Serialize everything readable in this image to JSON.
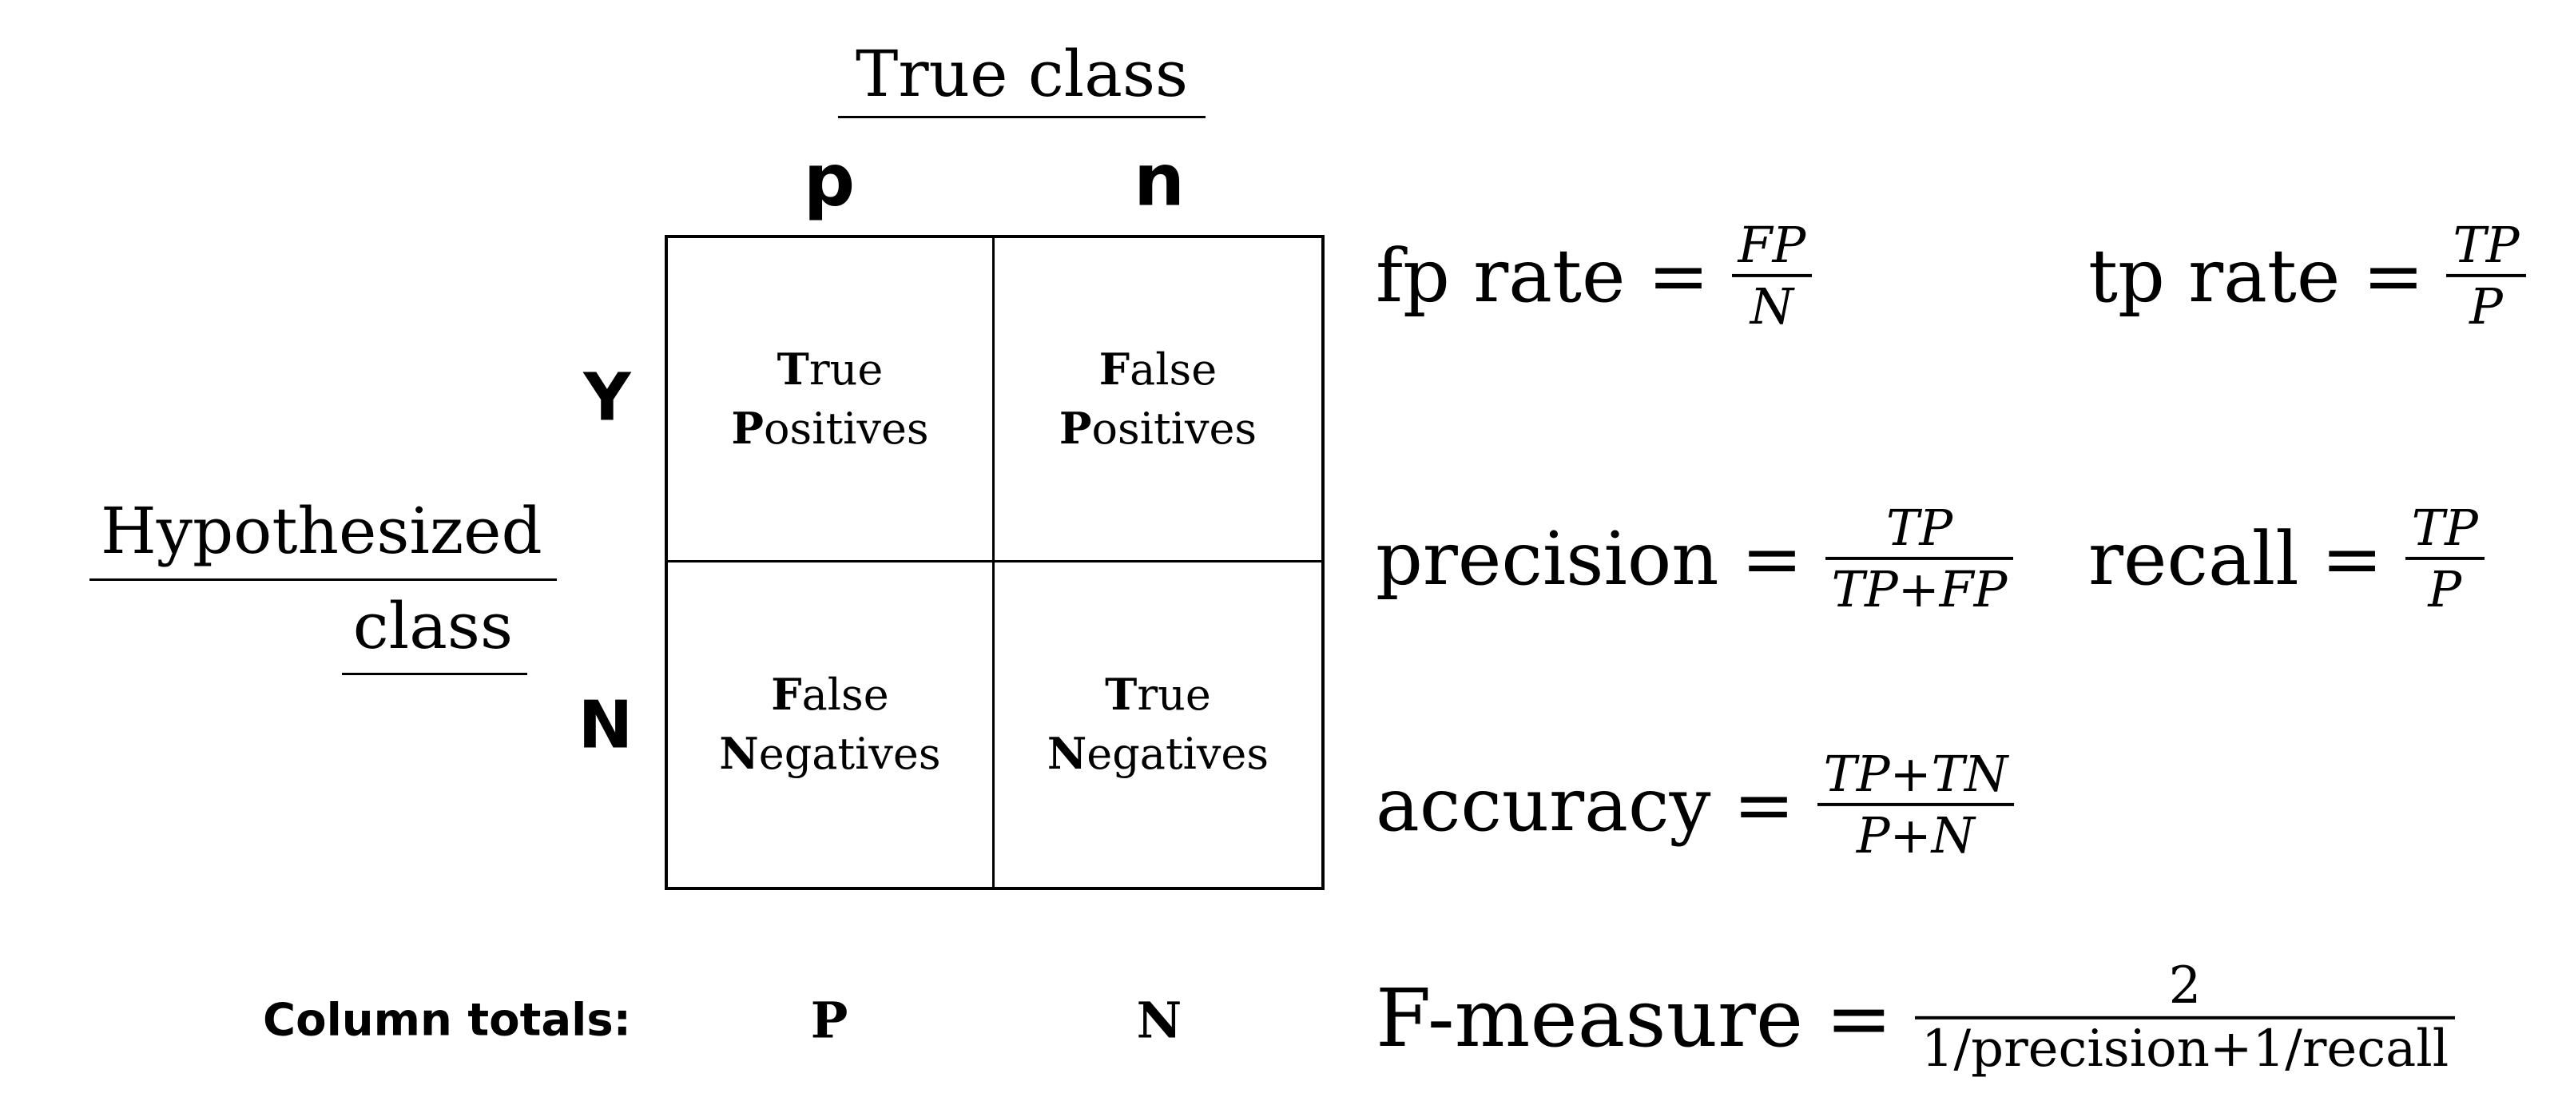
{
  "labels": {
    "true_class": "True class",
    "hypothesized_line1": "Hypothesized",
    "hypothesized_line2": "class",
    "column_totals": "Column totals:"
  },
  "matrix": {
    "col_headers": [
      "p",
      "n"
    ],
    "row_headers": [
      "Y",
      "N"
    ],
    "cells": [
      {
        "l1b": "T",
        "l1r": "rue",
        "l2b": "P",
        "l2r": "ositives"
      },
      {
        "l1b": "F",
        "l1r": "alse",
        "l2b": "P",
        "l2r": "ositives"
      },
      {
        "l1b": "F",
        "l1r": "alse",
        "l2b": "N",
        "l2r": "egatives"
      },
      {
        "l1b": "T",
        "l1r": "rue",
        "l2b": "N",
        "l2r": "egatives"
      }
    ],
    "column_totals": [
      "P",
      "N"
    ]
  },
  "symbols": {
    "equals": "="
  },
  "formulas": [
    {
      "name": "fp rate",
      "numerator": "FP",
      "denominator": "N"
    },
    {
      "name": "tp rate",
      "numerator": "TP",
      "denominator": "P"
    },
    {
      "name": "precision",
      "numerator": "TP",
      "denominator": "TP+FP"
    },
    {
      "name": "recall",
      "numerator": "TP",
      "denominator": "P"
    },
    {
      "name": "accuracy",
      "numerator": "TP+TN",
      "denominator": "P+N"
    },
    {
      "name": "F-measure",
      "numerator": "2",
      "denominator": "1/precision+1/recall"
    }
  ],
  "colors": {
    "background": "#ffffff",
    "text": "#000000",
    "line": "#000000"
  }
}
